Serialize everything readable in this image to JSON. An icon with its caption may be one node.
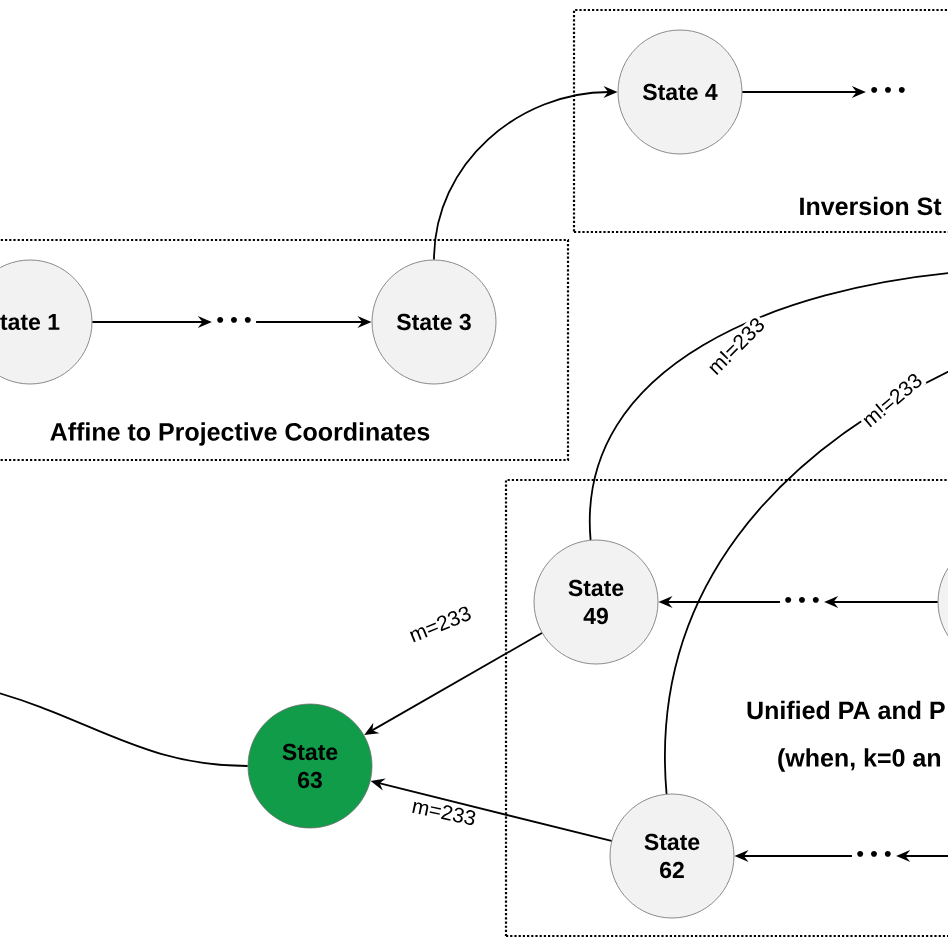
{
  "diagram": {
    "nodes": [
      {
        "text": [
          "Affine to Projective Coordinates"
        ]
      },
      {
        "text": [
          "tate 1"
        ],
        "in": 0
      },
      {
        "text": [
          "• • •"
        ],
        "in": 0
      },
      {
        "text": [
          "State 3"
        ],
        "in": 0
      },
      {
        "text": [
          "Inversion St"
        ]
      },
      {
        "text": [
          "State 4"
        ],
        "in": 4
      },
      {
        "text": [
          "• • •"
        ],
        "in": 4
      },
      {
        "text": [
          "Unified PA and P",
          "(when, k=0 an"
        ]
      },
      {
        "text": [],
        "shape": "circle",
        "in": 7
      },
      {
        "text": [
          "• • •"
        ],
        "in": 7
      },
      {
        "text": [
          "State 49"
        ],
        "in": 7
      },
      {
        "text": [
          "• • •"
        ],
        "in": 7
      },
      {
        "text": [
          "State 62"
        ],
        "in": 7
      },
      {
        "text": [
          "State 63"
        ]
      }
    ],
    "edges": [
      {
        "from": 1,
        "to": 2,
        "arrow": "to"
      },
      {
        "from": 2,
        "to": 3,
        "arrow": "to"
      },
      {
        "from": 3,
        "to": 5,
        "arrow": "to"
      },
      {
        "from": 5,
        "to": 6,
        "arrow": "to"
      },
      {
        "from": 8,
        "to": 9,
        "arrow": "to"
      },
      {
        "from": 9,
        "to": 10,
        "arrow": "to"
      },
      {
        "from": null,
        "to": 11,
        "arrow": "to"
      },
      {
        "from": 11,
        "to": 12,
        "arrow": "to"
      },
      {
        "from": 10,
        "to": 13,
        "arrow": "to",
        "label": "m=233"
      },
      {
        "from": 12,
        "to": 13,
        "arrow": "to",
        "label": "m=233"
      },
      {
        "from": null,
        "to": 13,
        "arrow": "none"
      },
      {
        "from": 10,
        "to": null,
        "arrow": "none",
        "label": "m!=233"
      },
      {
        "from": 12,
        "to": null,
        "arrow": "none",
        "label": "m!=233"
      }
    ]
  }
}
